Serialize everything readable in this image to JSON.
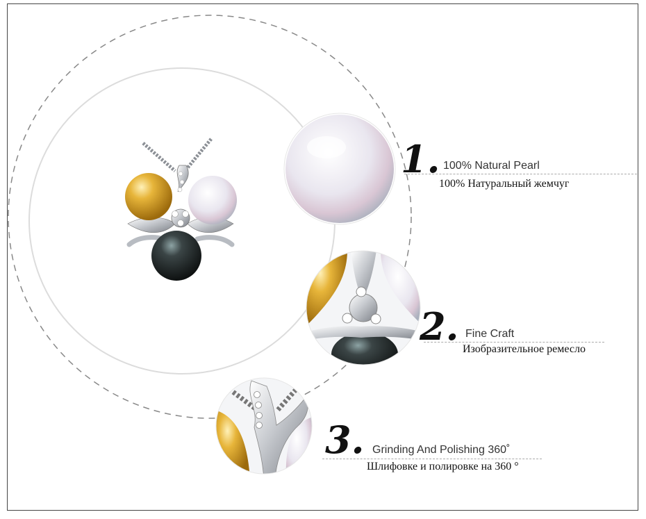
{
  "features": [
    {
      "number": "1.",
      "title_en": "100% Natural Pearl",
      "title_ru": "100% Натуральный жемчуг"
    },
    {
      "number": "2.",
      "title_en": "Fine Craft",
      "title_ru": "Изобразительное ремесло"
    },
    {
      "number": "3.",
      "title_en": "Grinding And Polishing 360˚",
      "title_ru": "Шлифовке и полировке на 360 °"
    }
  ],
  "colors": {
    "gold_pearl": "#d9a224",
    "white_pearl": "#eef0f5",
    "black_pearl": "#2c3233",
    "silver": "#c9ccd1",
    "frame": "#444444"
  },
  "icons": [
    "pendant-image",
    "white-pearl-closeup",
    "setting-closeup",
    "polish-closeup"
  ]
}
